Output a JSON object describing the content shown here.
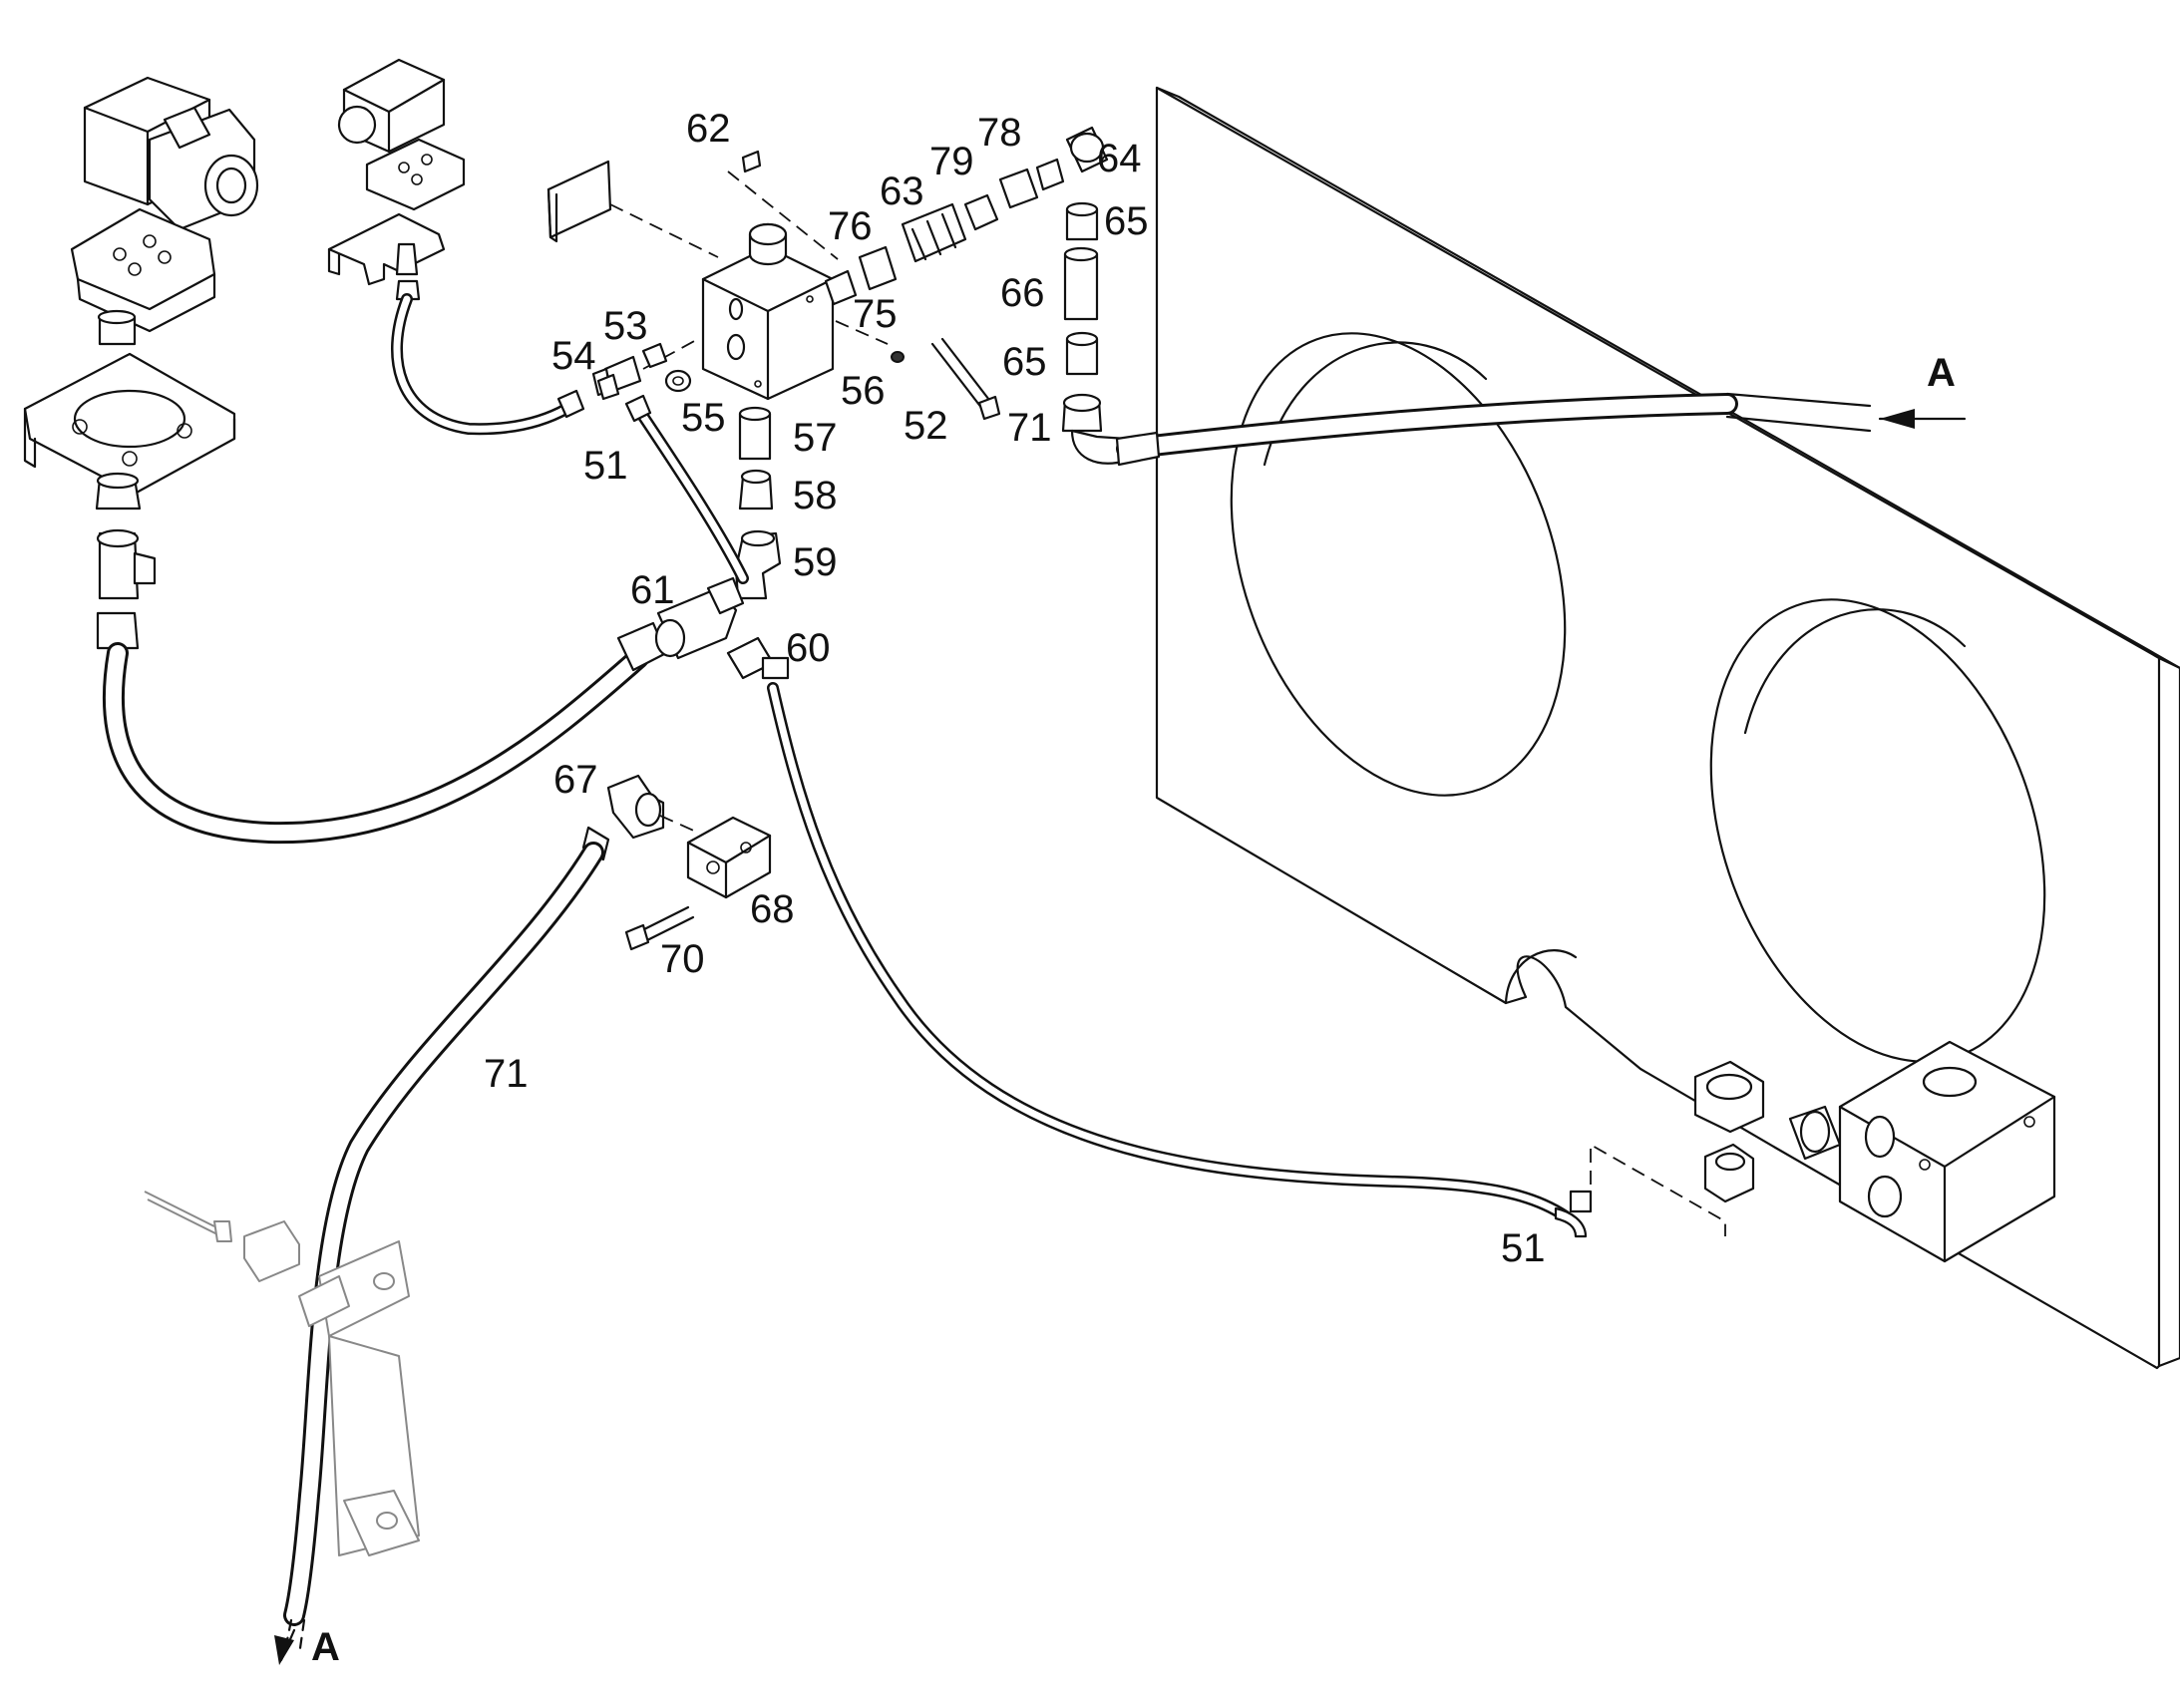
{
  "labels": {
    "l51a": "51",
    "l51b": "51",
    "l52": "52",
    "l53": "53",
    "l54": "54",
    "l55": "55",
    "l56": "56",
    "l57": "57",
    "l58": "58",
    "l59": "59",
    "l60": "60",
    "l61": "61",
    "l62": "62",
    "l63": "63",
    "l64": "64",
    "l65a": "65",
    "l65b": "65",
    "l66": "66",
    "l67": "67",
    "l68": "68",
    "l70": "70",
    "l71a": "71",
    "l71b": "71",
    "l75": "75",
    "l76": "76",
    "l78": "78",
    "l79": "79",
    "arrowA_top": "A",
    "arrowA_bottom": "A"
  }
}
